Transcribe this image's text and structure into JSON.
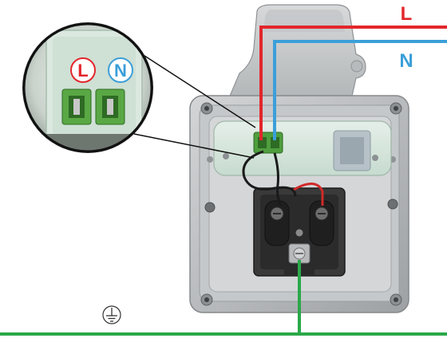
{
  "labels": {
    "live": "L",
    "neutral": "N",
    "zoom_live": "L",
    "zoom_neutral": "N"
  },
  "colors": {
    "live": "#e3262b",
    "neutral": "#3b9fd9",
    "earth": "#2aa84a",
    "housing": "#a9acae",
    "housing_light": "#c8cacc",
    "socket_body": "#2b2b2b",
    "terminal_green": "#4f9e3e",
    "transparent_cover": "#d9ece0"
  },
  "icons": {
    "earth_symbol": "earth-ground-icon"
  }
}
